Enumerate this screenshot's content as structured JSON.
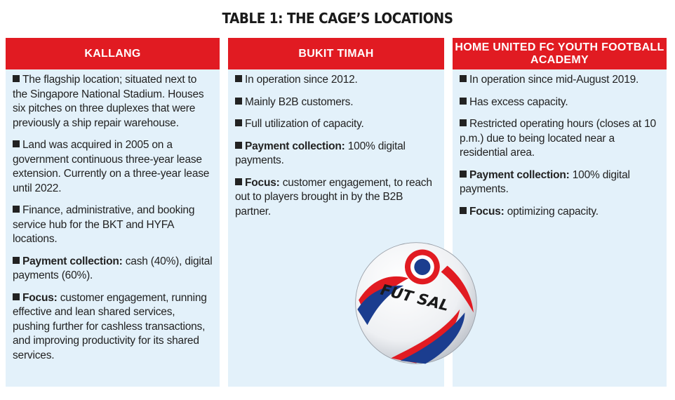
{
  "title": "TABLE 1: THE CAGE’S LOCATIONS",
  "columns": [
    {
      "header": "KALLANG",
      "items": [
        {
          "label": "",
          "text": "The flagship location; situated next to the Singapore National Stadium. Houses six pitches on three duplexes that were previously a ship repair warehouse."
        },
        {
          "label": "",
          "text": "Land was acquired in 2005 on a government continuous three-year lease extension. Currently on a three-year lease until 2022."
        },
        {
          "label": "",
          "text": "Finance, administrative, and booking service hub for the BKT and HYFA locations."
        },
        {
          "label": "Payment collection:",
          "text": " cash (40%), digital payments (60%)."
        },
        {
          "label": "Focus:",
          "text": " customer engagement, running effective and lean shared services, pushing further for cashless transactions, and improving productivity for its shared services."
        }
      ]
    },
    {
      "header": "BUKIT TIMAH",
      "items": [
        {
          "label": "",
          "text": "In operation since 2012."
        },
        {
          "label": "",
          "text": "Mainly B2B customers."
        },
        {
          "label": "",
          "text": "Full utilization of capacity."
        },
        {
          "label": "Payment collection:",
          "text": " 100% digital payments."
        },
        {
          "label": "Focus:",
          "text": " customer engagement, to reach out to players brought in by the B2B partner."
        }
      ]
    },
    {
      "header": "HOME UNITED FC YOUTH FOOTBALL ACADEMY",
      "items": [
        {
          "label": "",
          "text": "In operation since mid-August 2019."
        },
        {
          "label": "",
          "text": "Has excess capacity."
        },
        {
          "label": "",
          "text": "Restricted operating hours (closes at 10 p.m.) due to being located near a residential area."
        },
        {
          "label": "Payment collection:",
          "text": " 100% digital payments."
        },
        {
          "label": "Focus:",
          "text": " optimizing capacity."
        }
      ]
    }
  ],
  "ball_text": "FUT SAL",
  "colors": {
    "header_red": "#e11b22",
    "panel_blue": "#e3f1fa",
    "ball_blue": "#1b3d8f"
  }
}
